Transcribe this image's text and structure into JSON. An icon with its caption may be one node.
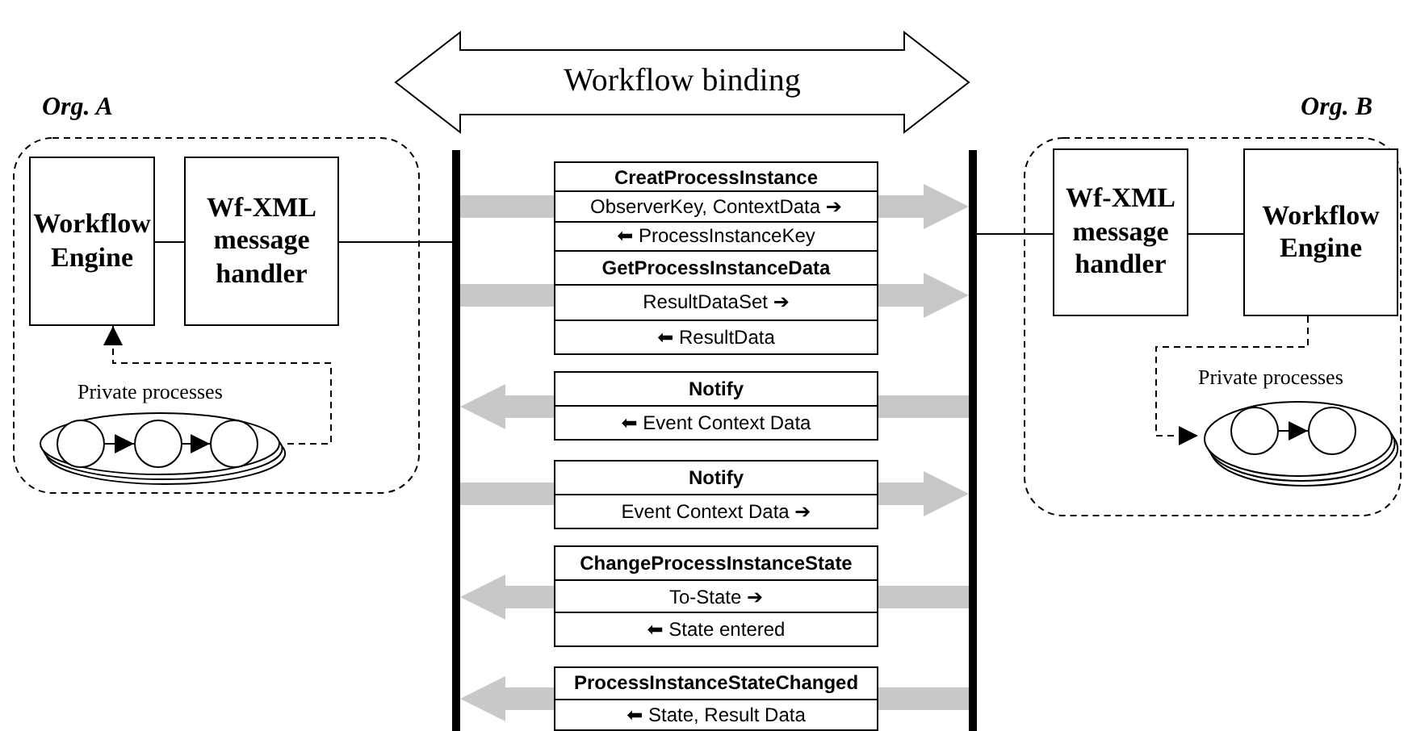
{
  "diagram": {
    "nodes": [
      {
        "text": [
          "Workflow binding"
        ]
      },
      {
        "text": [
          "Org. A"
        ]
      },
      {
        "text": [
          "Workflow Engine"
        ],
        "in": 1
      },
      {
        "text": [
          "Wf-XML message handler"
        ],
        "in": 1
      },
      {
        "text": [
          "Private processes"
        ],
        "in": 1
      },
      {
        "text": [],
        "shape": "circle",
        "in": 4
      },
      {
        "text": [],
        "shape": "circle",
        "in": 4
      },
      {
        "text": [],
        "shape": "circle",
        "in": 4
      },
      {
        "text": [],
        "shape": "bar"
      },
      {
        "text": [],
        "shape": "bar"
      },
      {
        "text": [
          "Org. B"
        ]
      },
      {
        "text": [
          "Wf-XML message handler"
        ],
        "in": 10
      },
      {
        "text": [
          "Workflow Engine"
        ],
        "in": 10
      },
      {
        "text": [
          "Private processes"
        ],
        "in": 10
      },
      {
        "text": [],
        "shape": "circle",
        "in": 13
      },
      {
        "text": [],
        "shape": "circle",
        "in": 13
      },
      {
        "text": [
          "CreatProcessInstance",
          "ObserverKey, ContextData ➔",
          "⬅ ProcessInstanceKey"
        ]
      },
      {
        "text": [
          "GetProcessInstanceData",
          "ResultDataSet ➔",
          "⬅ ResultData"
        ]
      },
      {
        "text": [
          "Notify",
          "⬅ Event Context Data"
        ]
      },
      {
        "text": [
          "Notify",
          "Event Context Data ➔"
        ]
      },
      {
        "text": [
          "ChangeProcessInstanceState",
          "To-State ➔",
          "⬅ State entered"
        ]
      },
      {
        "text": [
          "ProcessInstanceStateChanged",
          "⬅ State, Result Data"
        ]
      }
    ],
    "edges": [
      {
        "from": 2,
        "to": 3,
        "arrow": "none",
        "color": "#000000"
      },
      {
        "from": 3,
        "to": 8,
        "arrow": "none",
        "color": "#000000"
      },
      {
        "from": 9,
        "to": 11,
        "arrow": "none",
        "color": "#000000"
      },
      {
        "from": 11,
        "to": 12,
        "arrow": "none",
        "color": "#000000"
      },
      {
        "from": 4,
        "to": 2,
        "arrow": "to",
        "style": "dashed",
        "color": "#000000"
      },
      {
        "from": 12,
        "to": 13,
        "arrow": "to",
        "style": "dashed",
        "color": "#000000"
      },
      {
        "from": 5,
        "to": 6,
        "arrow": "to",
        "color": "#000000"
      },
      {
        "from": 6,
        "to": 7,
        "arrow": "to",
        "color": "#000000"
      },
      {
        "from": 14,
        "to": 15,
        "arrow": "to",
        "color": "#000000"
      },
      {
        "from": 8,
        "to": 16,
        "arrow": "none"
      },
      {
        "from": 16,
        "to": 9,
        "arrow": "to"
      },
      {
        "from": 8,
        "to": 17,
        "arrow": "none"
      },
      {
        "from": 17,
        "to": 9,
        "arrow": "to"
      },
      {
        "from": 9,
        "to": 18,
        "arrow": "none"
      },
      {
        "from": 18,
        "to": 8,
        "arrow": "to"
      },
      {
        "from": 8,
        "to": 19,
        "arrow": "none"
      },
      {
        "from": 19,
        "to": 9,
        "arrow": "to"
      },
      {
        "from": 9,
        "to": 20,
        "arrow": "none"
      },
      {
        "from": 20,
        "to": 8,
        "arrow": "to"
      },
      {
        "from": 9,
        "to": 21,
        "arrow": "none"
      },
      {
        "from": 21,
        "to": 8,
        "arrow": "to"
      }
    ]
  }
}
